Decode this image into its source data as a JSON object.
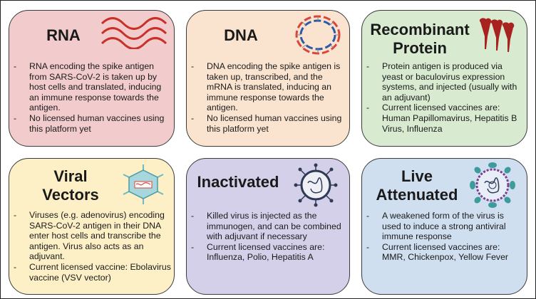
{
  "cards": [
    {
      "title": "RNA",
      "bg": "#f2cccc",
      "bullets": [
        "RNA encoding the spike antigen from SARS-CoV-2 is taken up by host cells and translated, inducing an immune response towards the antigen.",
        "No licensed human vaccines using this platform yet"
      ],
      "icon": "rna-strand-icon"
    },
    {
      "title": "DNA",
      "bg": "#fbe4cf",
      "bullets": [
        "DNA encoding the spike antigen is taken up, transcribed, and the mRNA is translated, inducing an immune response towards the antigen.",
        "No licensed human vaccines using this platform yet"
      ],
      "icon": "dna-plasmid-icon"
    },
    {
      "title_line1": "Recombinant",
      "title_line2": "Protein",
      "bg": "#d8ebd0",
      "bullets": [
        "Protein antigen is produced via yeast or baculovirus expression systems, and injected (usually with an adjuvant)",
        "Current licensed vaccines are: Human Papillomavirus, Hepatitis B Virus, Influenza"
      ],
      "icon": "protein-spike-icon"
    },
    {
      "title_line1": "Viral",
      "title_line2": "Vectors",
      "bg": "#fdf0c6",
      "bullets": [
        "Viruses (e.g. adenovirus) encoding SARS-CoV-2 antigen in their DNA enter host cells and transcribe the antigen. Virus also acts as an adjuvant.",
        "Current licensed vaccine: Ebolavirus vaccine (VSV vector)"
      ],
      "icon": "adenovirus-icon"
    },
    {
      "title": "Inactivated",
      "bg": "#d5d0ea",
      "bullets": [
        "Killed virus is injected as the immunogen, and can be combined with adjuvant if necessary",
        "Current licensed vaccines are: Influenza, Polio, Hepatitis A"
      ],
      "icon": "inactivated-virus-icon"
    },
    {
      "title_line1": "Live",
      "title_line2": "Attenuated",
      "bg": "#cfdff0",
      "bullets": [
        "A weakened form of the virus is used to induce a strong antiviral immune response",
        "Current licensed vaccines are: MMR, Chickenpox, Yellow Fever"
      ],
      "icon": "live-virus-icon"
    }
  ],
  "colors": {
    "rna_wave": "#c8312a",
    "dna_red": "#d9453a",
    "dna_blue": "#2c5aa8",
    "protein": "#a8231f",
    "vector_teal": "#6fb8c4",
    "virus_dark": "#2e3a56",
    "spike_teal": "#3e9b9b",
    "spike_purple": "#7a3f8f"
  }
}
